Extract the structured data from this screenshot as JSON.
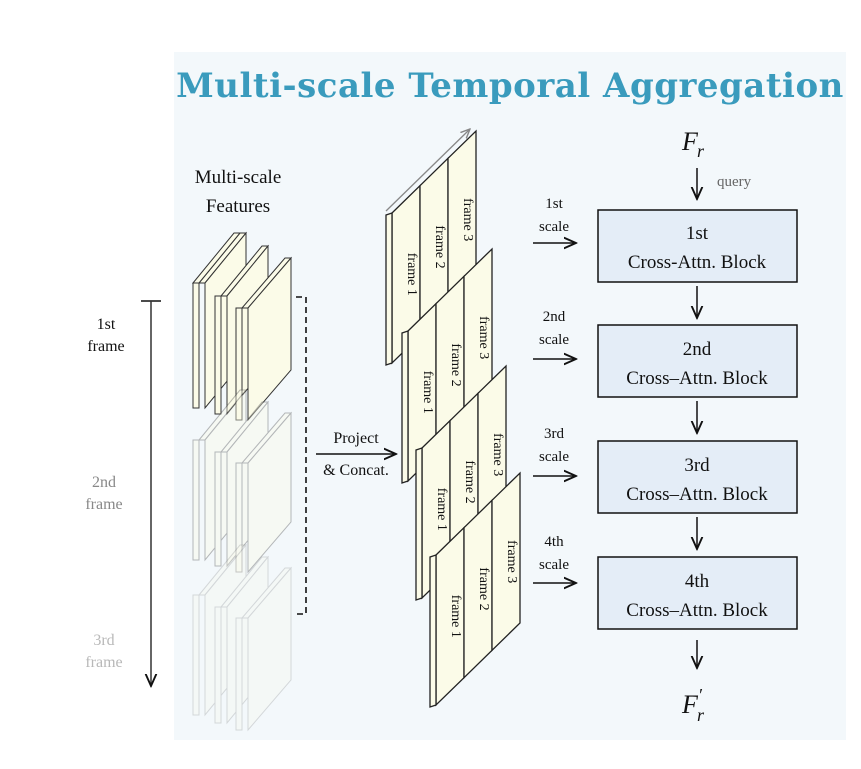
{
  "title": "Multi-scale Temporal Aggregation",
  "features_label": [
    "Multi-scale",
    "Features"
  ],
  "frame_labels": [
    {
      "line1": "1st",
      "line2": "frame"
    },
    {
      "line1": "2nd",
      "line2": "frame"
    },
    {
      "line1": "3rd",
      "line2": "frame"
    }
  ],
  "project_label": [
    "Project",
    "& Concat."
  ],
  "slab_frames": [
    "frame 1",
    "frame 2",
    "frame 3"
  ],
  "scale_labels": [
    {
      "line1": "1st",
      "line2": "scale"
    },
    {
      "line1": "2nd",
      "line2": "scale"
    },
    {
      "line1": "3rd",
      "line2": "scale"
    },
    {
      "line1": "4th",
      "line2": "scale"
    }
  ],
  "blocks": [
    {
      "line1": "1st",
      "line2": "Cross-Attn. Block"
    },
    {
      "line1": "2nd",
      "line2": "Cross–Attn. Block"
    },
    {
      "line1": "3rd",
      "line2": "Cross–Attn. Block"
    },
    {
      "line1": "4th",
      "line2": "Cross–Attn. Block"
    }
  ],
  "query_label": "query",
  "input_symbol": {
    "base": "F",
    "sub": "r"
  },
  "output_symbol": {
    "base": "F",
    "sub": "r",
    "prime": "′"
  },
  "colors": {
    "title": "#3a9bbd",
    "panel_bg": "#f3f8fb",
    "block_fill": "#e4edf7",
    "feature_fill": "#fbfbe8",
    "line": "#111111",
    "faded_text": "#888888",
    "faint_text": "#b8b8b8"
  }
}
